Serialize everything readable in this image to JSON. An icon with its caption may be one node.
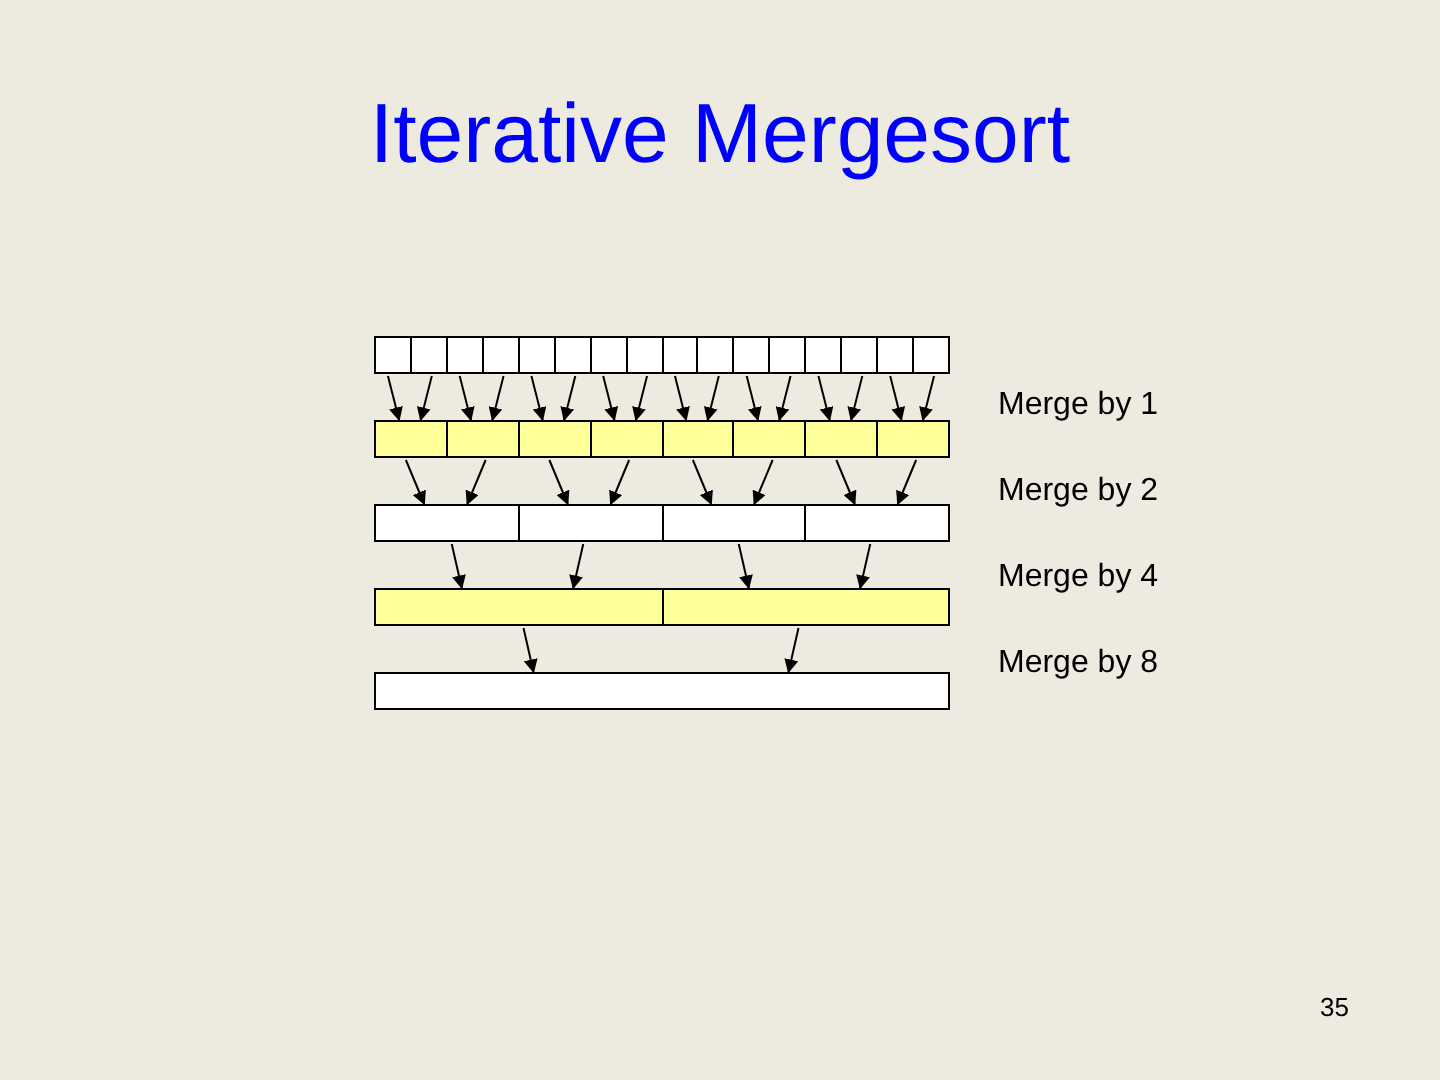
{
  "diagram": {
    "title": "Iterative Mergesort",
    "nodes": [
      {
        "text": [],
        "shape": "box"
      },
      {
        "text": [],
        "shape": "box"
      },
      {
        "text": [],
        "shape": "box"
      },
      {
        "text": [],
        "shape": "box"
      },
      {
        "text": [],
        "shape": "box"
      },
      {
        "text": [],
        "shape": "box"
      },
      {
        "text": [],
        "shape": "box"
      },
      {
        "text": [],
        "shape": "box"
      },
      {
        "text": [],
        "shape": "box"
      },
      {
        "text": [],
        "shape": "box"
      },
      {
        "text": [],
        "shape": "box"
      },
      {
        "text": [],
        "shape": "box"
      },
      {
        "text": [],
        "shape": "box"
      },
      {
        "text": [],
        "shape": "box"
      },
      {
        "text": [],
        "shape": "box"
      },
      {
        "text": [],
        "shape": "box"
      },
      {
        "text": [],
        "shape": "box"
      },
      {
        "text": [],
        "shape": "box"
      },
      {
        "text": [],
        "shape": "box"
      },
      {
        "text": [],
        "shape": "box"
      },
      {
        "text": [],
        "shape": "box"
      },
      {
        "text": [],
        "shape": "box"
      },
      {
        "text": [],
        "shape": "box"
      },
      {
        "text": [],
        "shape": "box"
      },
      {
        "text": [],
        "shape": "box"
      },
      {
        "text": [],
        "shape": "box"
      },
      {
        "text": [],
        "shape": "box"
      },
      {
        "text": [],
        "shape": "box"
      },
      {
        "text": [],
        "shape": "box"
      },
      {
        "text": [],
        "shape": "box"
      },
      {
        "text": [],
        "shape": "box"
      }
    ],
    "edges": [
      {
        "from": 0,
        "to": 16,
        "arrow": "to"
      },
      {
        "from": 1,
        "to": 16,
        "arrow": "to"
      },
      {
        "from": 2,
        "to": 17,
        "arrow": "to"
      },
      {
        "from": 3,
        "to": 17,
        "arrow": "to"
      },
      {
        "from": 4,
        "to": 18,
        "arrow": "to"
      },
      {
        "from": 5,
        "to": 18,
        "arrow": "to"
      },
      {
        "from": 6,
        "to": 19,
        "arrow": "to"
      },
      {
        "from": 7,
        "to": 19,
        "arrow": "to"
      },
      {
        "from": 8,
        "to": 20,
        "arrow": "to"
      },
      {
        "from": 9,
        "to": 20,
        "arrow": "to"
      },
      {
        "from": 10,
        "to": 21,
        "arrow": "to"
      },
      {
        "from": 11,
        "to": 21,
        "arrow": "to"
      },
      {
        "from": 12,
        "to": 22,
        "arrow": "to"
      },
      {
        "from": 13,
        "to": 22,
        "arrow": "to"
      },
      {
        "from": 14,
        "to": 23,
        "arrow": "to"
      },
      {
        "from": 15,
        "to": 23,
        "arrow": "to"
      },
      {
        "from": 16,
        "to": 24,
        "arrow": "to"
      },
      {
        "from": 17,
        "to": 24,
        "arrow": "to"
      },
      {
        "from": 18,
        "to": 25,
        "arrow": "to"
      },
      {
        "from": 19,
        "to": 25,
        "arrow": "to"
      },
      {
        "from": 20,
        "to": 26,
        "arrow": "to"
      },
      {
        "from": 21,
        "to": 26,
        "arrow": "to"
      },
      {
        "from": 22,
        "to": 27,
        "arrow": "to"
      },
      {
        "from": 23,
        "to": 27,
        "arrow": "to"
      },
      {
        "from": 24,
        "to": 28,
        "arrow": "to"
      },
      {
        "from": 25,
        "to": 28,
        "arrow": "to"
      },
      {
        "from": 26,
        "to": 29,
        "arrow": "to"
      },
      {
        "from": 27,
        "to": 29,
        "arrow": "to"
      },
      {
        "from": 28,
        "to": 30,
        "arrow": "to"
      },
      {
        "from": 29,
        "to": 30,
        "arrow": "to"
      }
    ],
    "labels": [
      "Merge by 1",
      "Merge by 2",
      "Merge by 4",
      "Merge by 8",
      "35"
    ]
  }
}
